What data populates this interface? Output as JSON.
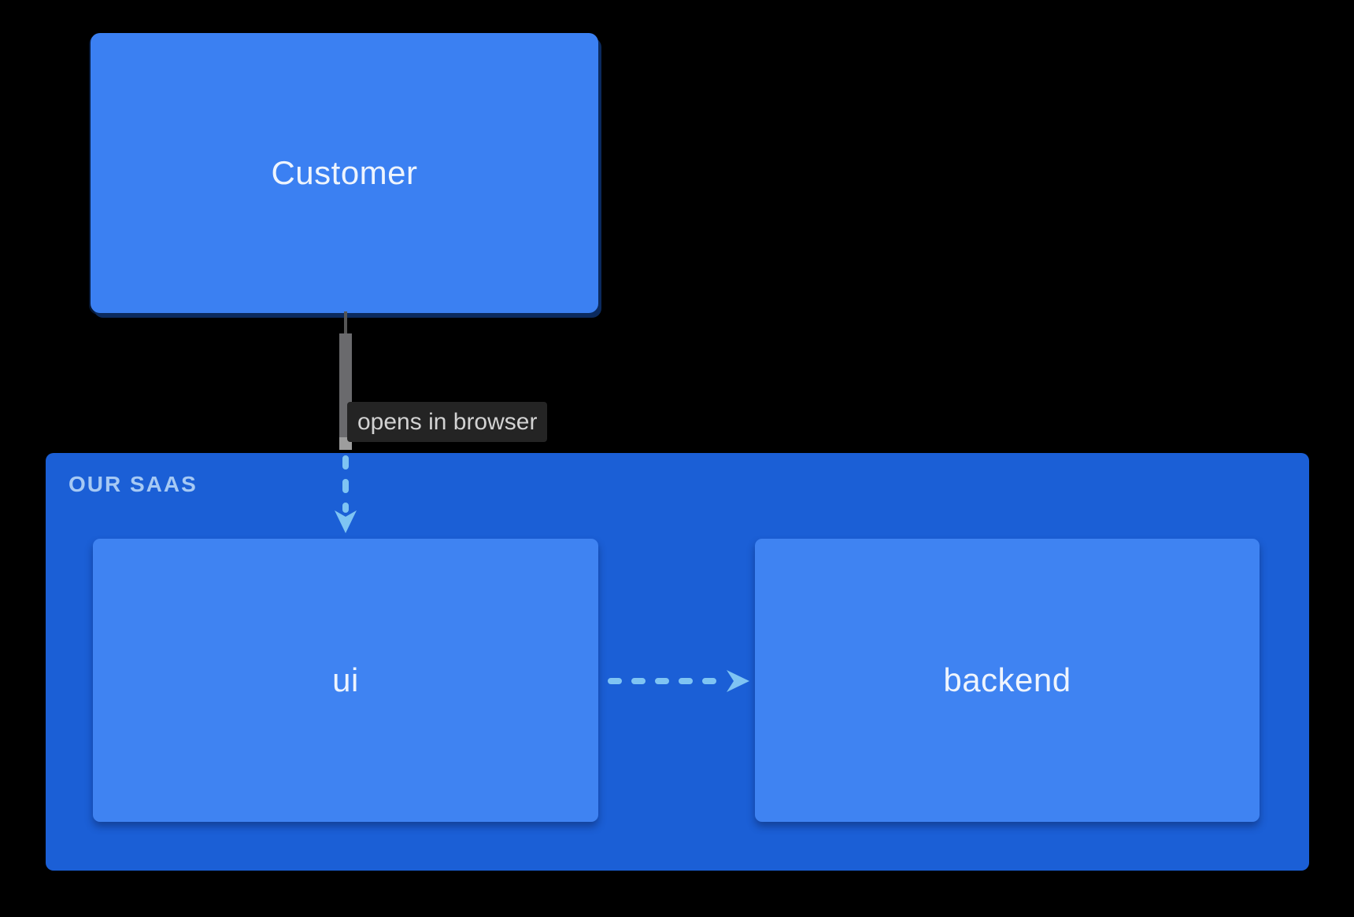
{
  "diagram": {
    "nodes": {
      "customer": {
        "label": "Customer"
      },
      "ui": {
        "label": "ui"
      },
      "backend": {
        "label": "backend"
      }
    },
    "container": {
      "title": "OUR SAAS"
    },
    "edges": {
      "customer_to_ui": {
        "label": "opens in browser",
        "style": "dashed",
        "direction": "down"
      },
      "ui_to_backend": {
        "style": "dashed",
        "direction": "right"
      }
    }
  },
  "colors": {
    "background": "#000000",
    "customer_fill": "#3b80f2",
    "inner_fill": "#3f83f2",
    "container_fill": "#1b5fd6",
    "container_title": "#a6c9f4",
    "node_text": "#eef4fd",
    "node_shadow": "#0b2a5e",
    "edge_gray_thin": "#565656",
    "edge_gray": "#6a6a6d",
    "edge_gray_light": "#9d9d9d",
    "dash_blue": "#7fc4f3",
    "label_bg": "#242424",
    "label_text": "#d2d2d2"
  }
}
